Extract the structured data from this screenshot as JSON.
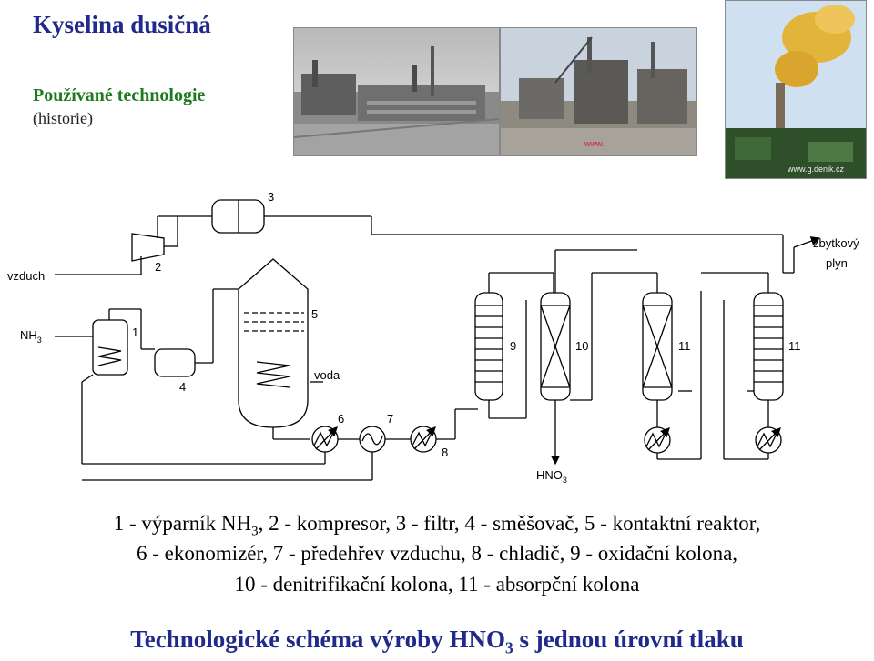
{
  "header": {
    "title": "Kyselina dusičná",
    "subtitle": "Používané technologie",
    "note": "(historie)"
  },
  "photos": {
    "plant_grey_credit": "",
    "plant_color_credit": "www.",
    "stack_credit": "www.g.denik.cz"
  },
  "diagram": {
    "labels": {
      "air": "vzduch",
      "nh3_main": "NH",
      "nh3_sub": "3",
      "water": "voda",
      "residual_gas_1": "zbytkový",
      "residual_gas_2": "plyn",
      "hno3_main": "HNO",
      "hno3_sub": "3"
    },
    "numbers": {
      "n1": "1",
      "n2": "2",
      "n3": "3",
      "n4": "4",
      "n5": "5",
      "n6": "6",
      "n7": "7",
      "n8": "8",
      "n9": "9",
      "n10": "10",
      "n11a": "11",
      "n11b": "11"
    }
  },
  "legend": {
    "line1_part1": "1 - výparník NH",
    "line1_sub": "3",
    "line1_part2": ", 2 - kompresor, 3 - filtr, 4 - směšovač, 5 - kontaktní reaktor,",
    "line2": "6 - ekonomizér, 7 - předehřev vzduchu, 8 - chladič,  9 - oxidační kolona,",
    "line3": "10 - denitrifikační kolona, 11 - absorpční kolona"
  },
  "footer": {
    "part1": "Technologické schéma výroby HNO",
    "sub": "3",
    "part2": " s jednou úrovní tlaku"
  }
}
